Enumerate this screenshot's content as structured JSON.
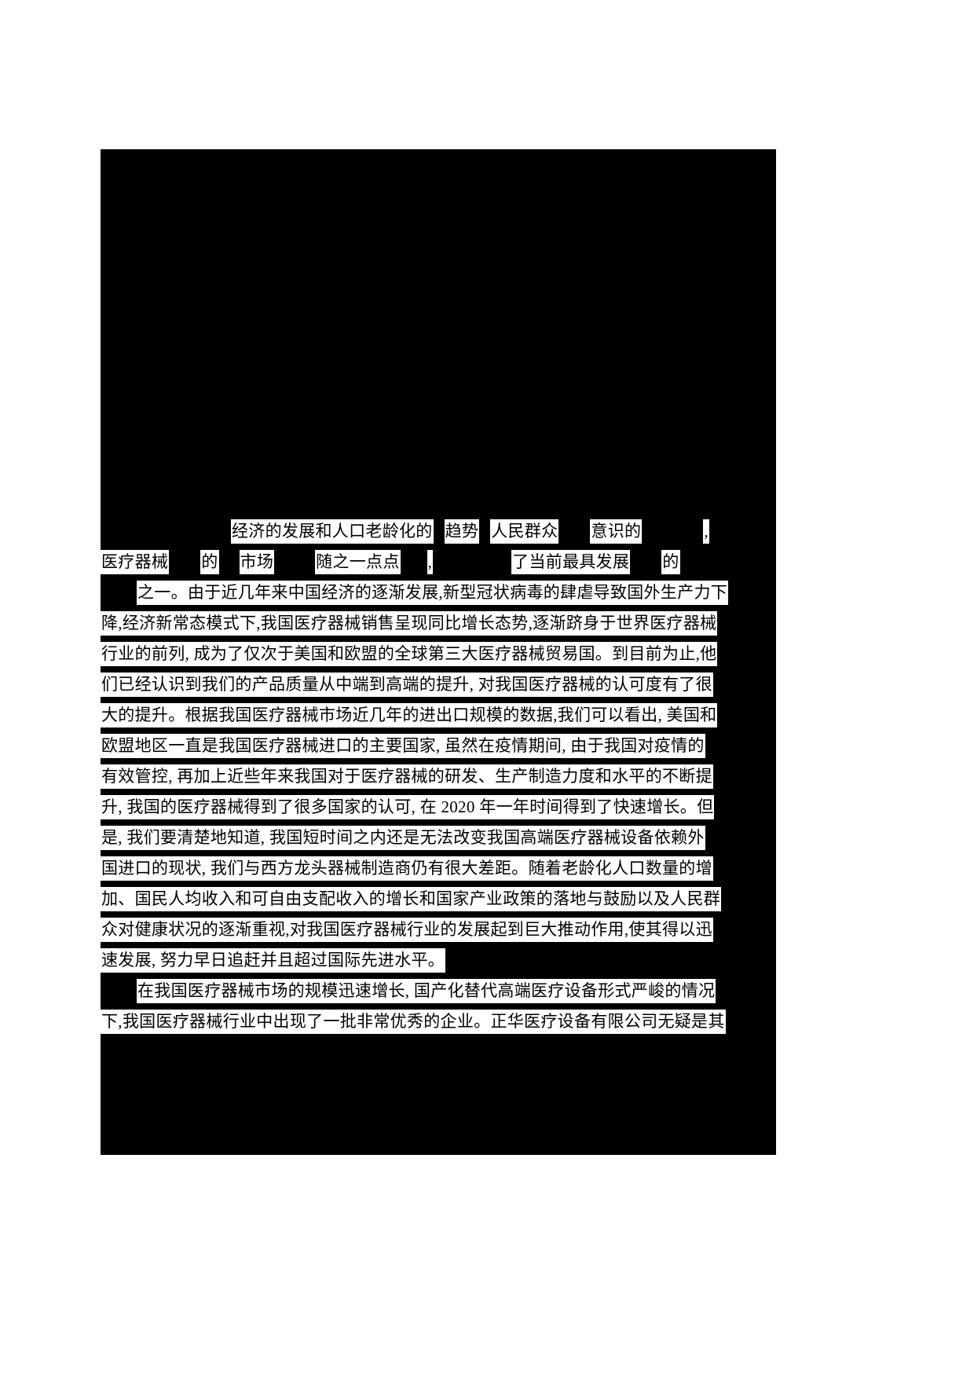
{
  "document": {
    "page_number_visible": false,
    "language": "zh-CN",
    "redaction_color": "#000000",
    "text_color": "#000000",
    "paper_color": "#ffffff",
    "top_masked_block_label": "redacted-region"
  },
  "paragraphs": [
    {
      "id": "p1",
      "kind": "partially-redacted",
      "lines": [
        {
          "id": "l1",
          "segments": [
            {
              "type": "gap",
              "w": "g120"
            },
            {
              "type": "gap",
              "w": "g46"
            },
            {
              "type": "text",
              "value": "经济的发展和人口老龄化的"
            },
            {
              "type": "gap",
              "w": "g14"
            },
            {
              "type": "text",
              "value": "趋势"
            },
            {
              "type": "gap",
              "w": "g14"
            },
            {
              "type": "text",
              "value": "人民群众"
            },
            {
              "type": "gap",
              "w": "g40"
            },
            {
              "type": "text",
              "value": "意识的"
            },
            {
              "type": "gap",
              "w": "g78"
            },
            {
              "type": "text",
              "value": ","
            }
          ]
        },
        {
          "id": "l2",
          "segments": [
            {
              "type": "text",
              "value": "医疗器械"
            },
            {
              "type": "gap",
              "w": "g40"
            },
            {
              "type": "text",
              "value": "的"
            },
            {
              "type": "gap",
              "w": "g26"
            },
            {
              "type": "text",
              "value": "市场"
            },
            {
              "type": "gap",
              "w": "g52"
            },
            {
              "type": "text",
              "value": "随之一点点"
            },
            {
              "type": "gap",
              "w": "g34"
            },
            {
              "type": "text",
              "value": ","
            },
            {
              "type": "gap",
              "w": "g100"
            },
            {
              "type": "text",
              "value": "了当前最具发展"
            },
            {
              "type": "gap",
              "w": "g40"
            },
            {
              "type": "text",
              "value": "的"
            }
          ]
        },
        {
          "id": "l3",
          "segments": [
            {
              "type": "gap",
              "w": "g46"
            },
            {
              "type": "text",
              "value": "之一。由于近几年来中国经济的逐渐发展,新型冠状病毒的肆虐导致国外生产力下"
            }
          ]
        },
        {
          "id": "l4",
          "segments": [
            {
              "type": "text",
              "value": "降,经济新常态模式下,我国医疗器械销售呈现同比增长态势,逐渐跻身于世界医疗器械"
            }
          ]
        },
        {
          "id": "l5",
          "segments": [
            {
              "type": "text",
              "value": "行业的前列, 成为了仅次于美国和欧盟的全球第三大医疗器械贸易国。到目前为止,他"
            }
          ]
        },
        {
          "id": "l6",
          "segments": [
            {
              "type": "text",
              "value": "们已经认识到我们的产品质量从中端到高端的提升, 对我国医疗器械的认可度有了很"
            }
          ]
        },
        {
          "id": "l7",
          "segments": [
            {
              "type": "text",
              "value": "大的提升。根据我国医疗器械市场近几年的进出口规模的数据,我们可以看出, 美国和"
            }
          ]
        },
        {
          "id": "l8",
          "segments": [
            {
              "type": "text",
              "value": "欧盟地区一直是我国医疗器械进口的主要国家, 虽然在疫情期间, 由于我国对疫情的"
            }
          ]
        },
        {
          "id": "l9",
          "segments": [
            {
              "type": "text",
              "value": "有效管控, 再加上近些年来我国对于医疗器械的研发、生产制造力度和水平的不断提"
            }
          ]
        },
        {
          "id": "l10",
          "segments": [
            {
              "type": "text",
              "value": "升, 我国的医疗器械得到了很多国家的认可, 在 2020 年一年时间得到了快速增长。但"
            }
          ]
        },
        {
          "id": "l11",
          "segments": [
            {
              "type": "text",
              "value": "是, 我们要清楚地知道, 我国短时间之内还是无法改变我国高端医疗器械设备依赖外"
            }
          ]
        },
        {
          "id": "l12",
          "segments": [
            {
              "type": "text",
              "value": "国进口的现状, 我们与西方龙头器械制造商仍有很大差距。随着老龄化人口数量的增"
            }
          ]
        },
        {
          "id": "l13",
          "segments": [
            {
              "type": "text",
              "value": "加、国民人均收入和可自由支配收入的增长和国家产业政策的落地与鼓励以及人民群"
            }
          ]
        },
        {
          "id": "l14",
          "segments": [
            {
              "type": "text",
              "value": "众对健康状况的逐渐重视,对我国医疗器械行业的发展起到巨大推动作用,使其得以迅"
            }
          ]
        },
        {
          "id": "l15",
          "segments": [
            {
              "type": "text",
              "value": "速发展, 努力早日追赶并且超过国际先进水平。"
            }
          ]
        }
      ]
    },
    {
      "id": "p2",
      "kind": "normal",
      "lines": [
        {
          "id": "l16",
          "segments": [
            {
              "type": "gap",
              "w": "g46"
            },
            {
              "type": "text",
              "value": "在我国医疗器械市场的规模迅速增长, 国产化替代高端医疗设备形式严峻的情况"
            }
          ]
        },
        {
          "id": "l17",
          "segments": [
            {
              "type": "text",
              "value": "下,我国医疗器械行业中出现了一批非常优秀的企业。正华医疗设备有限公司无疑是其"
            }
          ]
        }
      ]
    }
  ]
}
